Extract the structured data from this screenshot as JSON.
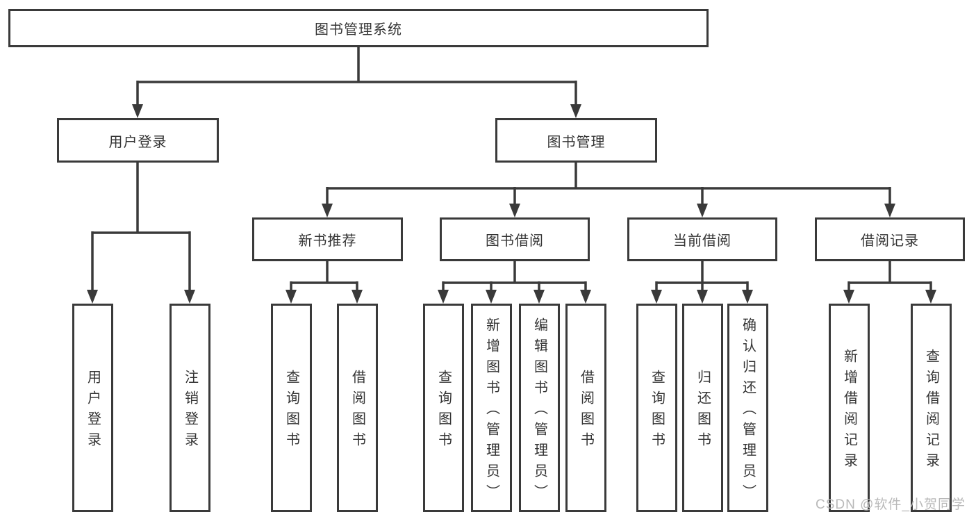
{
  "tree": {
    "label": "图书管理系统",
    "children": [
      {
        "label": "用户登录",
        "children": [
          {
            "label": "用户登录"
          },
          {
            "label": "注销登录"
          }
        ]
      },
      {
        "label": "图书管理",
        "children": [
          {
            "label": "新书推荐",
            "children": [
              {
                "label": "查询图书"
              },
              {
                "label": "借阅图书"
              }
            ]
          },
          {
            "label": "图书借阅",
            "children": [
              {
                "label": "查询图书"
              },
              {
                "label": "新增图书（管理员）"
              },
              {
                "label": "编辑图书（管理员）"
              },
              {
                "label": "借阅图书"
              }
            ]
          },
          {
            "label": "当前借阅",
            "children": [
              {
                "label": "查询图书"
              },
              {
                "label": "归还图书"
              },
              {
                "label": "确认归还（管理员）"
              }
            ]
          },
          {
            "label": "借阅记录",
            "children": [
              {
                "label": "新增借阅记录"
              },
              {
                "label": "查询借阅记录"
              }
            ]
          }
        ]
      }
    ]
  },
  "colors": {
    "line": "#3a3a3a",
    "text": "#343434",
    "watermark_gray": "#b9b9b9"
  },
  "watermark": "CSDN @软件_小贺同学"
}
